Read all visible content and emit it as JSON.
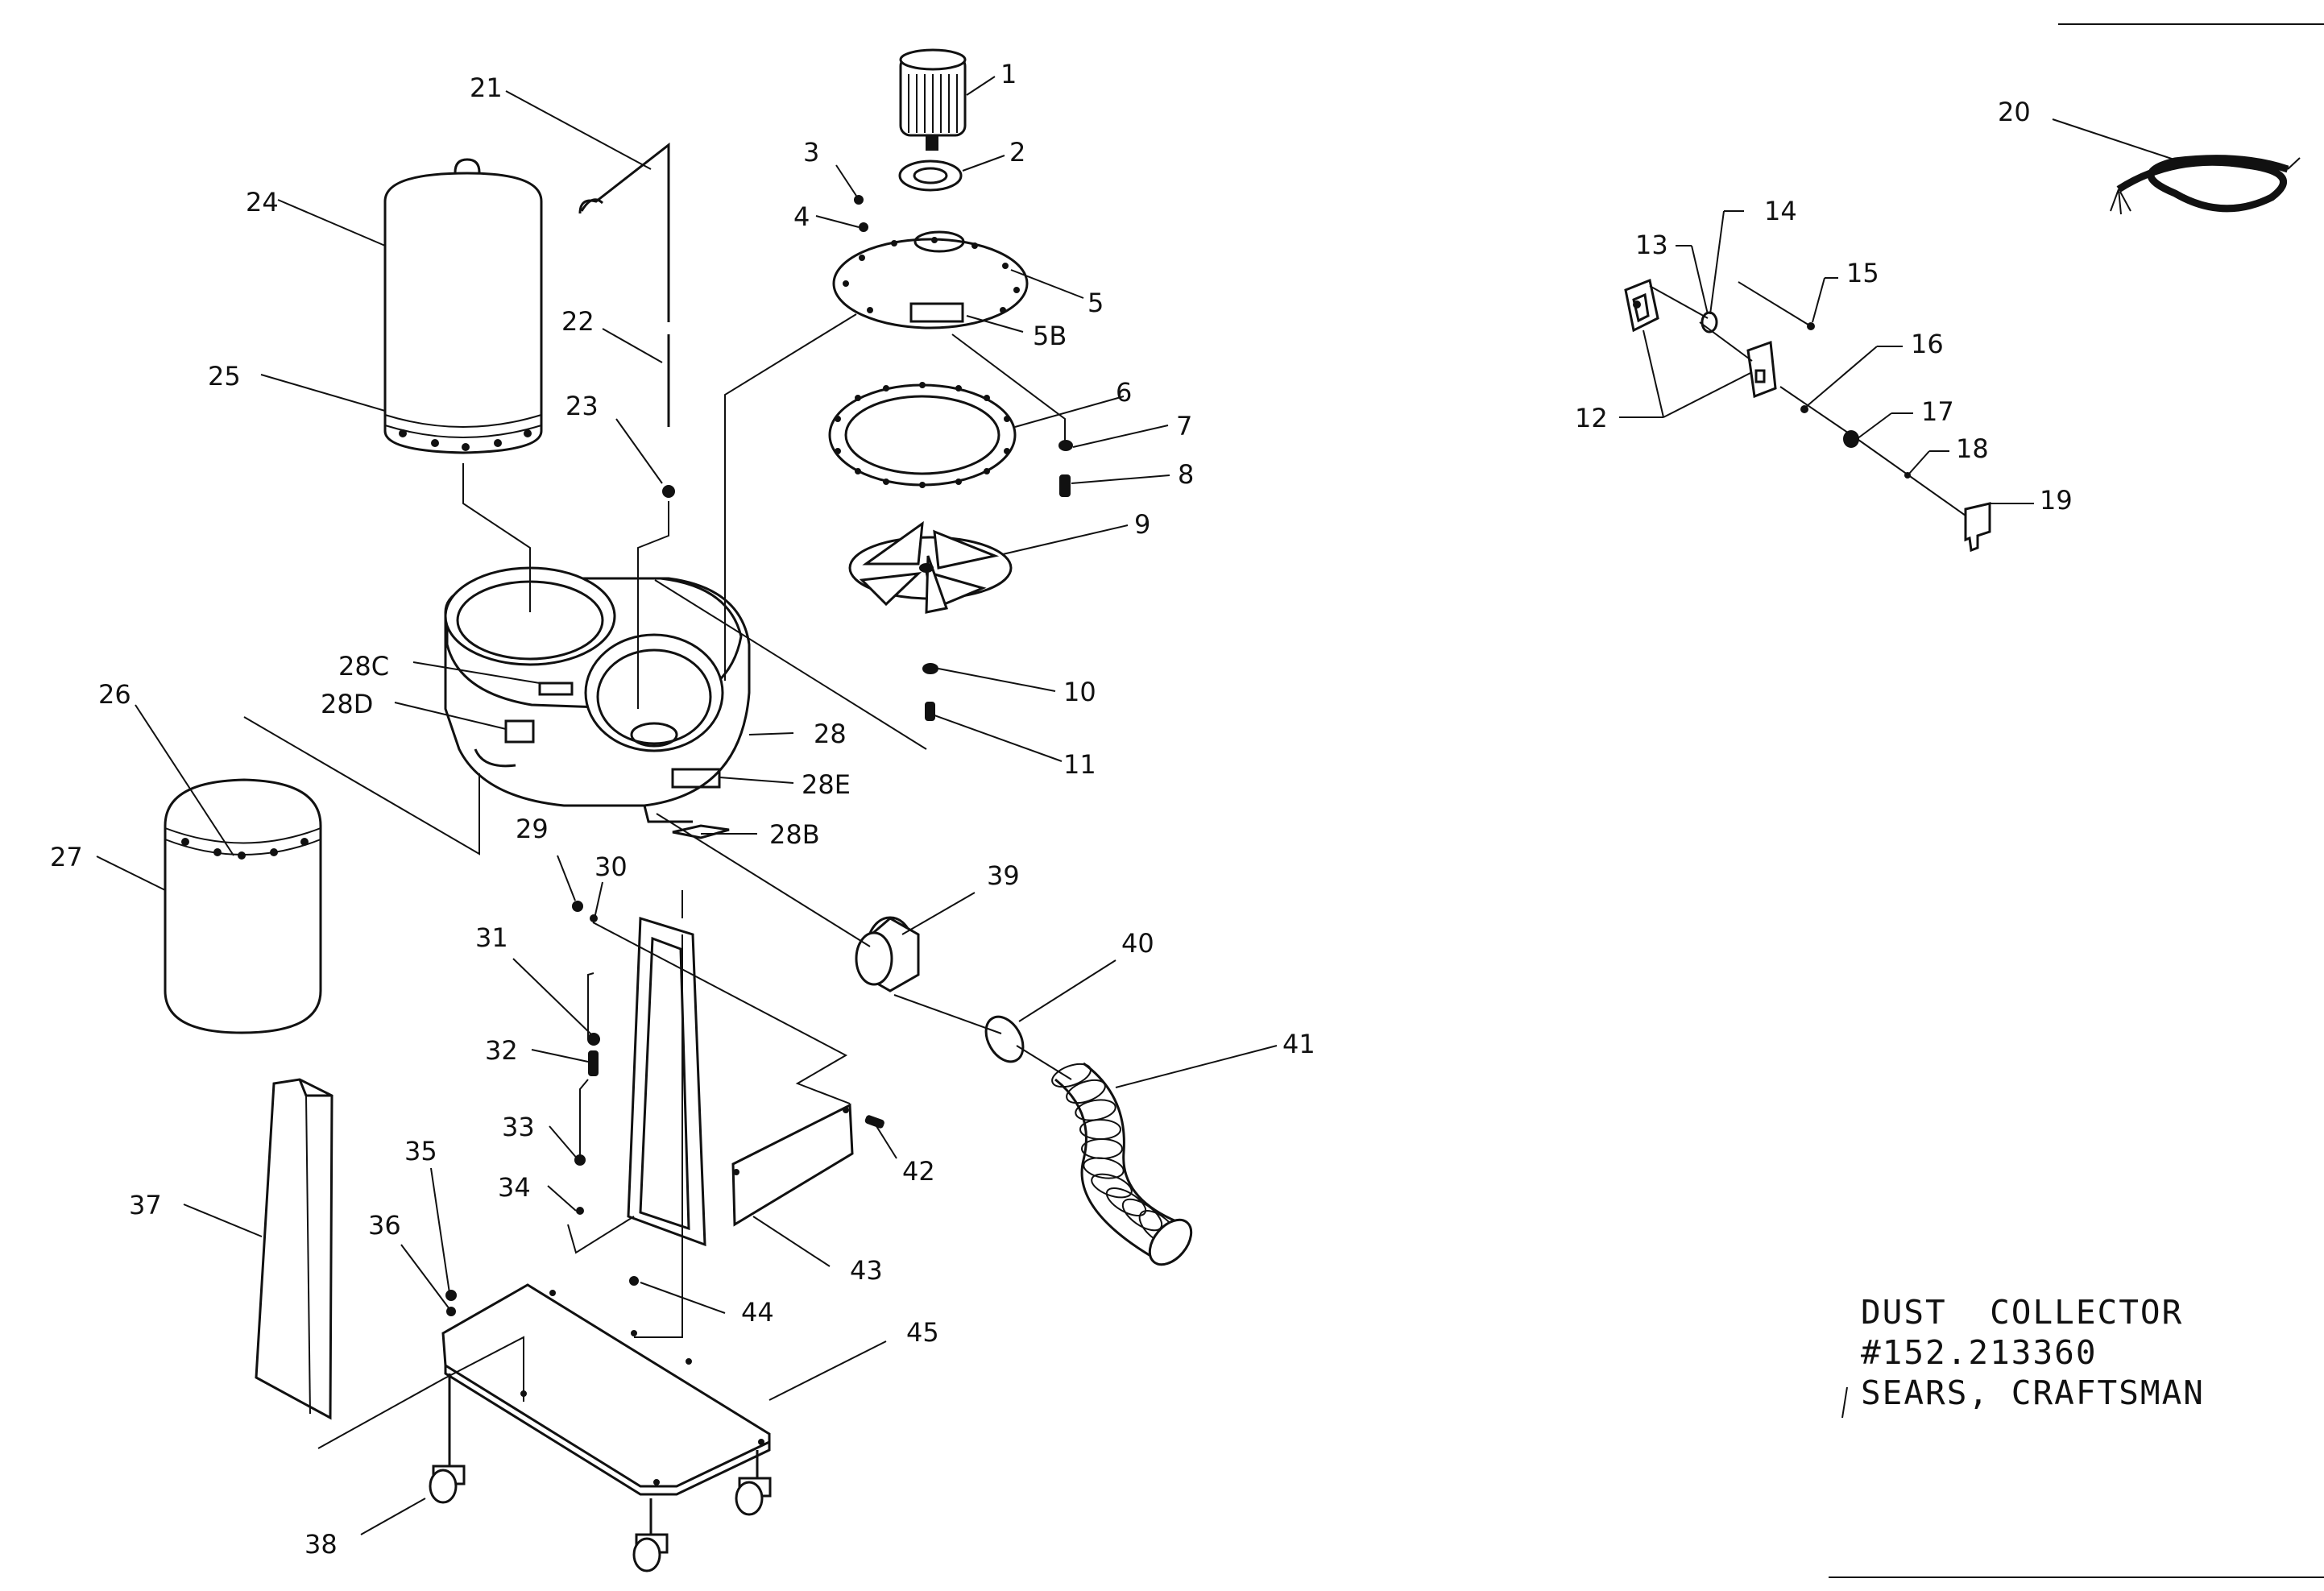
{
  "title_block": {
    "line1": "DUST  COLLECTOR",
    "line2": "#152.213360",
    "line3": "SEARS, CRAFTSMAN"
  },
  "callouts": {
    "p1": "1",
    "p2": "2",
    "p3": "3",
    "p4": "4",
    "p5": "5",
    "p5b": "5B",
    "p6": "6",
    "p7": "7",
    "p8": "8",
    "p9": "9",
    "p10": "10",
    "p11": "11",
    "p12": "12",
    "p13": "13",
    "p14": "14",
    "p15": "15",
    "p16": "16",
    "p17": "17",
    "p18": "18",
    "p19": "19",
    "p20": "20",
    "p21": "21",
    "p22": "22",
    "p23": "23",
    "p24": "24",
    "p25": "25",
    "p26": "26",
    "p27": "27",
    "p28": "28",
    "p28b": "28B",
    "p28c": "28C",
    "p28d": "28D",
    "p28e": "28E",
    "p29": "29",
    "p30": "30",
    "p31": "31",
    "p32": "32",
    "p33": "33",
    "p34": "34",
    "p35": "35",
    "p36": "36",
    "p37": "37",
    "p38": "38",
    "p39": "39",
    "p40": "40",
    "p41": "41",
    "p42": "42",
    "p43": "43",
    "p44": "44",
    "p45": "45"
  }
}
